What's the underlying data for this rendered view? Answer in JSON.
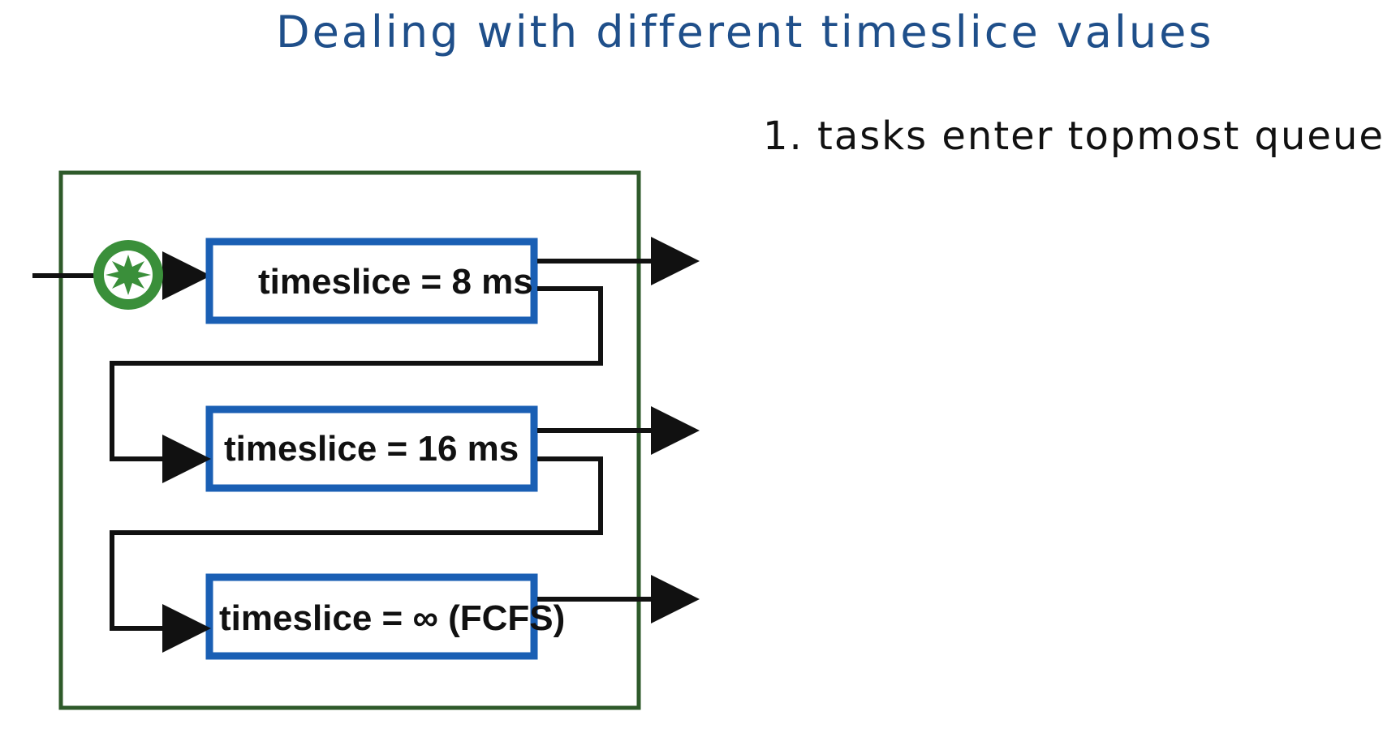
{
  "title": "Dealing with different timeslice values",
  "notes": [
    "1. tasks enter topmost queue"
  ],
  "queues": [
    {
      "label": "timeslice = 8 ms"
    },
    {
      "label": "timeslice = 16 ms"
    },
    {
      "label": "timeslice = ∞ (FCFS)"
    }
  ],
  "colors": {
    "title": "#1f4f8a",
    "queue_border": "#1a5fb4",
    "outer_border": "#2e5a2a",
    "task_token": "#3a8f3a",
    "ink": "#111111"
  },
  "icons": {
    "task": "star-burst-icon"
  }
}
